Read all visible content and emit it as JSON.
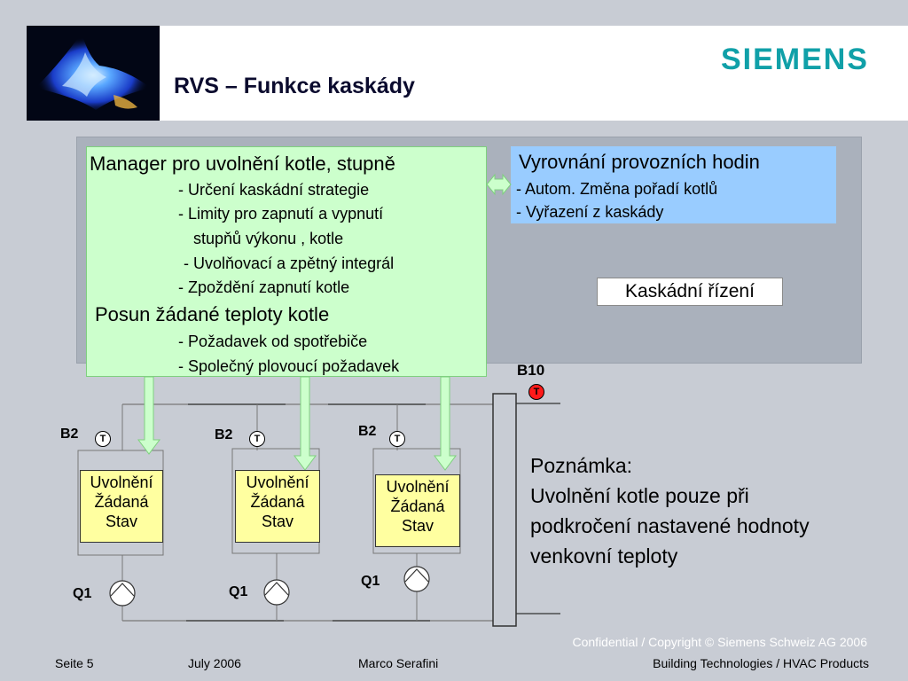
{
  "header": {
    "title": "RVS – Funkce kaskády",
    "brand": "SIEMENS"
  },
  "manager_box": {
    "heading1": "Manager pro uvolnění kotle, stupně",
    "items1": [
      "- Určení kaskádní strategie",
      "- Limity pro zapnutí a vypnutí",
      "stupňů výkonu , kotle",
      "- Uvolňovací a zpětný integrál",
      "- Zpoždění zapnutí kotle"
    ],
    "heading2": "Posun žádané teploty kotle",
    "items2": [
      "- Požadavek od spotřebiče",
      "- Společný plovoucí požadavek"
    ]
  },
  "hours_box": {
    "title": "Vyrovnání provozních hodin",
    "items": [
      "- Autom. Změna pořadí kotlů",
      "- Vyřazení z kaskády"
    ]
  },
  "cascade_label": "Kaskádní řízení",
  "schematic": {
    "header_sensor": "B10",
    "sensor_symbol": "T",
    "boilers": [
      {
        "sensor": "B2",
        "pump": "Q1",
        "lines": [
          "Uvolnění",
          "Žádaná",
          "Stav"
        ]
      },
      {
        "sensor": "B2",
        "pump": "Q1",
        "lines": [
          "Uvolnění",
          "Žádaná",
          "Stav"
        ]
      },
      {
        "sensor": "B2",
        "pump": "Q1",
        "lines": [
          "Uvolnění",
          "Žádaná",
          "Stav"
        ]
      }
    ]
  },
  "note": {
    "lines": [
      "Poznámka:",
      "Uvolnění kotle pouze při",
      "podkročení nastavené hodnoty",
      "venkovní teploty"
    ]
  },
  "footer": {
    "confidential": "Confidential / Copyright © Siemens Schweiz AG 2006",
    "page": "Seite 5",
    "date": "July 2006",
    "author": "Marco Serafini",
    "division": "Building Technologies / HVAC Products"
  },
  "colors": {
    "background": "#c8ccd4",
    "brand": "#10a0a8",
    "manager_box": "#ccffcc",
    "hours_box": "#99ccff",
    "arrow": "#ccffcc",
    "boiler_label": "#ffffa0",
    "sensor_hot": "#ff1a1a"
  }
}
